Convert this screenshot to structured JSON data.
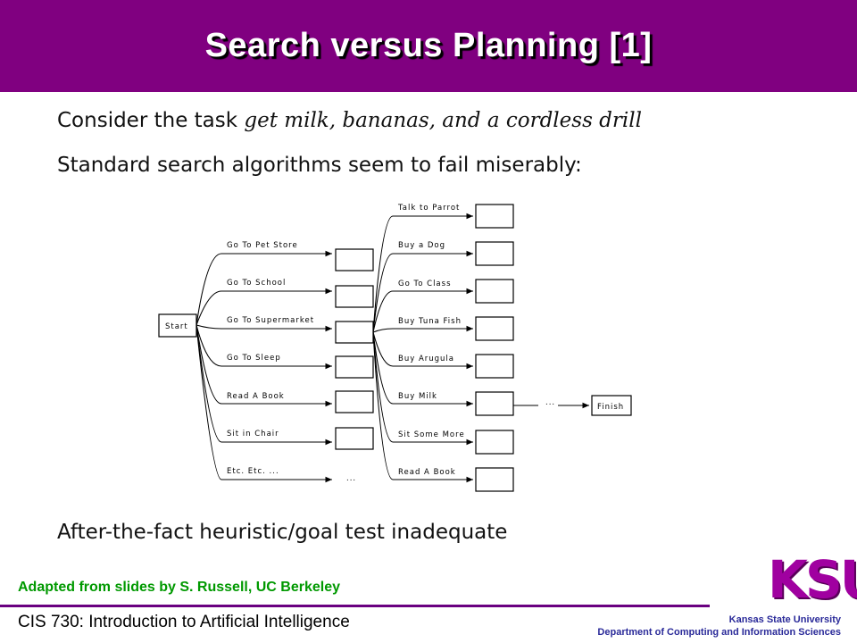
{
  "slide": {
    "title": "Search versus Planning [1]",
    "line1_prefix": "Consider the task ",
    "line1_task": "get milk, bananas, and a cordless drill",
    "line2": "Standard search algorithms seem to fail miserably:",
    "line3": "After-the-fact heuristic/goal test inadequate"
  },
  "diagram": {
    "start_label": "Start",
    "finish_label": "Finish",
    "first_level_actions": [
      "Go To Pet Store",
      "Go To School",
      "Go To Supermarket",
      "Go To Sleep",
      "Read A Book",
      "Sit in Chair",
      "Etc. Etc. ..."
    ],
    "second_level_actions": [
      "Talk to Parrot",
      "Buy a Dog",
      "Go To Class",
      "Buy Tuna Fish",
      "Buy Arugula",
      "Buy Milk",
      "Sit Some More",
      "Read A Book"
    ],
    "ellipsis_lower": "...",
    "ellipsis_right": "..."
  },
  "footer": {
    "credit": "Adapted from slides by S. Russell, UC Berkeley",
    "course": "CIS 730: Introduction to Artificial Intelligence",
    "logo": "KSU",
    "university": "Kansas State University",
    "department": "Department of Computing and Information Sciences"
  },
  "colors": {
    "title_bar": "#800080",
    "credit_text": "#009900",
    "footer_text": "#2a2a99"
  }
}
